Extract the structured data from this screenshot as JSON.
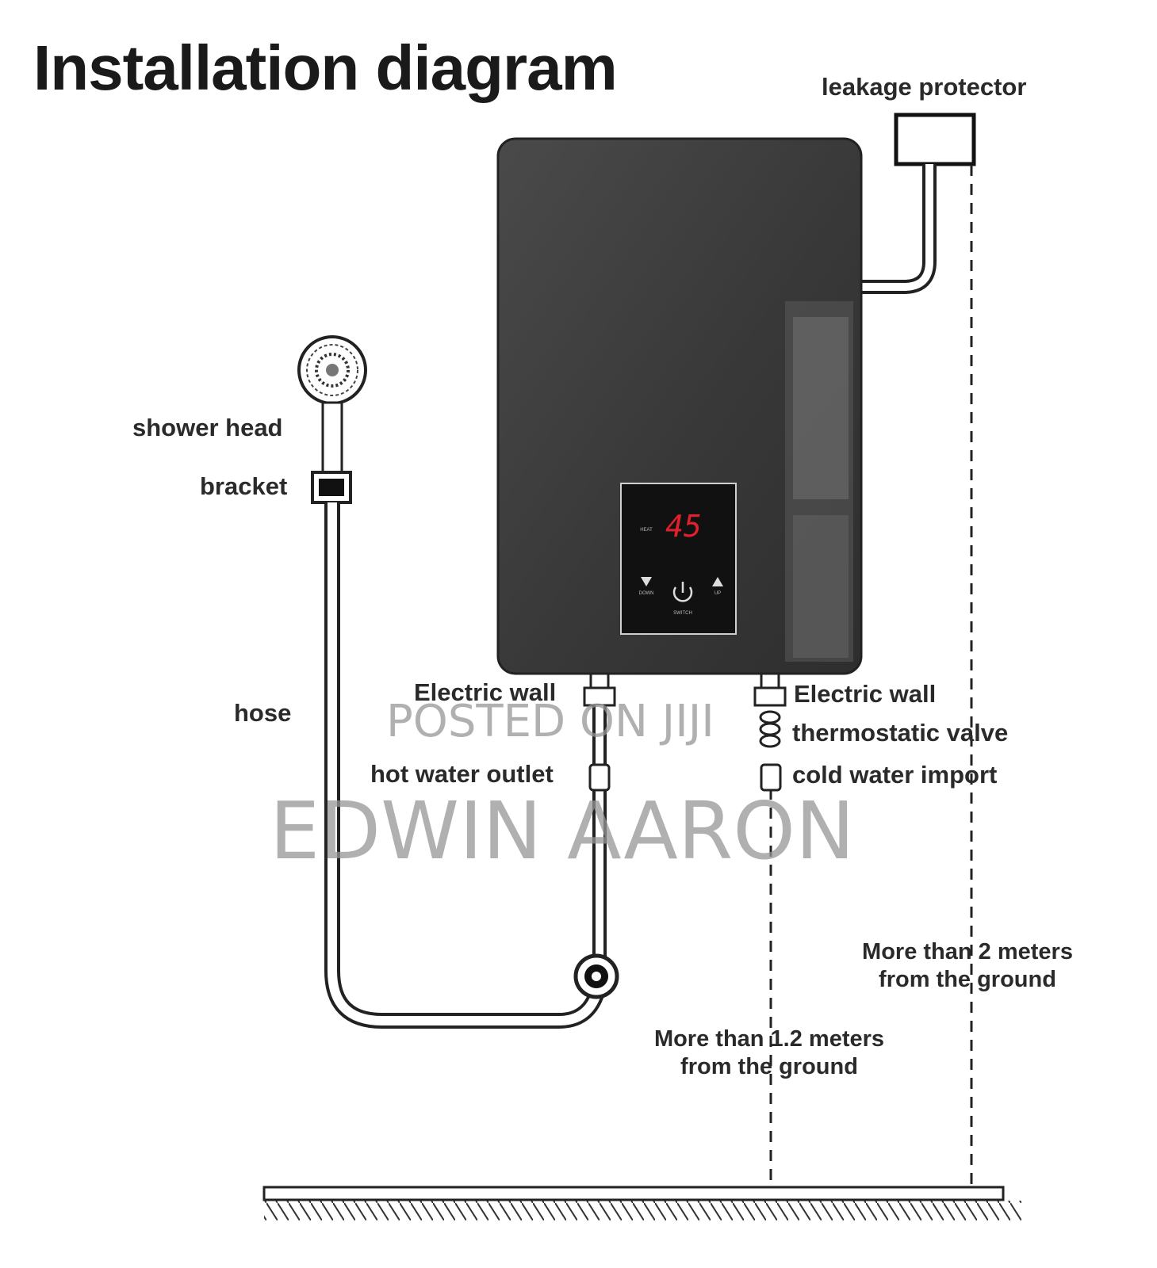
{
  "title": "Installation diagram",
  "labels": {
    "leakage_protector": "leakage protector",
    "shower_head": "shower head",
    "bracket": "bracket",
    "hose": "hose",
    "electric_wall_left": "Electric wall",
    "hot_water_outlet": "hot water outlet",
    "electric_wall_right": "Electric wall",
    "thermostatic_valve": "thermostatic valve",
    "cold_water_import": "cold water import",
    "height_2m_line1": "More than 2 meters",
    "height_2m_line2": "from the ground",
    "height_12m_line1": "More than 1.2 meters",
    "height_12m_line2": "from the ground"
  },
  "heater_panel": {
    "display_value": "45",
    "heat_label": "HEAT",
    "down_label": "DOWN",
    "up_label": "UP",
    "switch_label": "SWITCH"
  },
  "watermark": {
    "line1": "POSTED ON JIJI",
    "line2": "EDWIN AARON"
  },
  "colors": {
    "heater_body": "#3d3d3d",
    "display_digits": "#e0202a",
    "line": "#222222"
  }
}
